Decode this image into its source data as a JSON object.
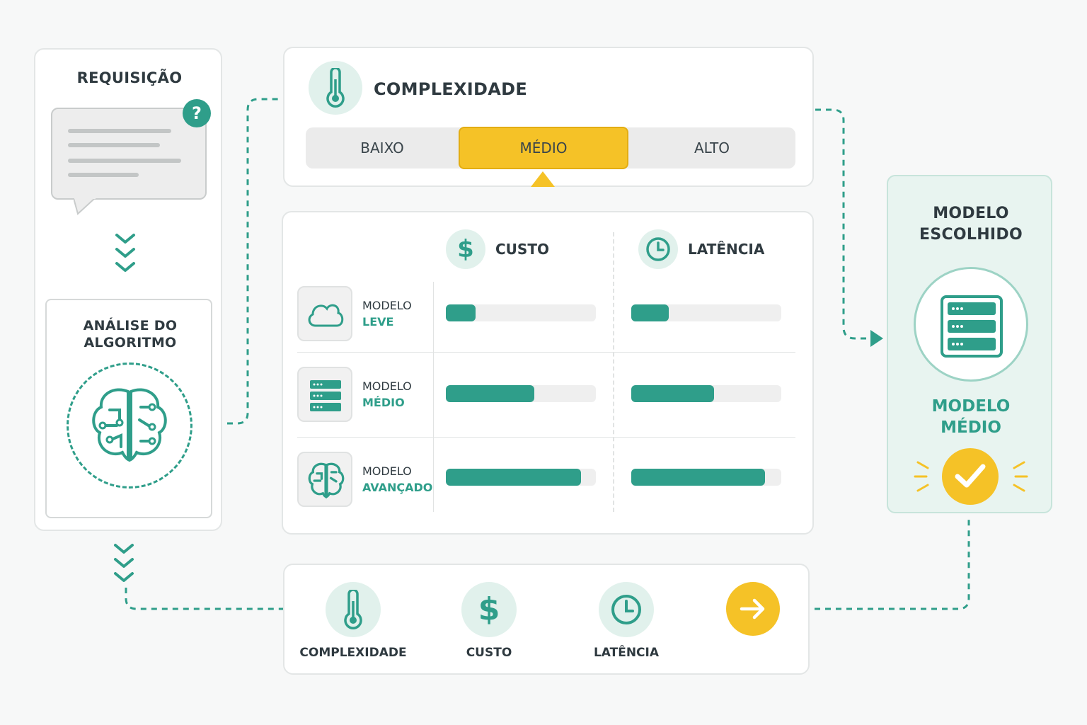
{
  "colors": {
    "teal": "#2f9e8a",
    "yellow": "#f5c227",
    "text": "#2f3a40"
  },
  "request": {
    "title": "REQUISIÇÃO",
    "badge": "?",
    "icon": "speech-bubble-icon",
    "analysis_title_line1": "ANÁLISE DO",
    "analysis_title_line2": "ALGORITMO",
    "analysis_icon": "brain-circuit-icon"
  },
  "complexity": {
    "title": "COMPLEXIDADE",
    "icon": "thermometer-icon",
    "levels": [
      "BAIXO",
      "MÉDIO",
      "ALTO"
    ],
    "selected": "MÉDIO"
  },
  "comparison": {
    "cost_label": "CUSTO",
    "latency_label": "LATÊNCIA",
    "cost_icon": "dollar-icon",
    "latency_icon": "clock-icon",
    "rows": [
      {
        "prefix": "MODELO",
        "name": "LEVE",
        "icon": "cloud-icon",
        "cost": 0.2,
        "latency": 0.25
      },
      {
        "prefix": "MODELO",
        "name": "MÉDIO",
        "icon": "server-icon",
        "cost": 0.59,
        "latency": 0.55
      },
      {
        "prefix": "MODELO",
        "name": "AVANÇADO",
        "icon": "brain-circuit-icon",
        "cost": 0.9,
        "latency": 0.89
      }
    ]
  },
  "chosen": {
    "title_line1": "MODELO",
    "title_line2": "ESCOLHIDO",
    "model_line1": "MODELO",
    "model_line2": "MÉDIO",
    "icon": "server-icon",
    "status_icon": "check-icon"
  },
  "flow": {
    "steps": [
      "COMPLEXIDADE",
      "CUSTO",
      "LATÊNCIA"
    ],
    "go_icon": "arrow-right-icon"
  }
}
